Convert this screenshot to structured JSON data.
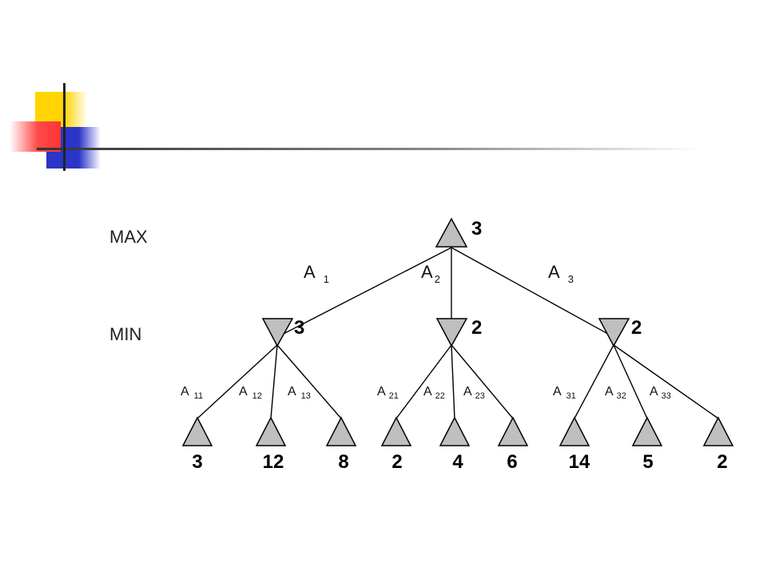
{
  "colors": {
    "accent_yellow": "#ffd400",
    "accent_red": "#ff3333",
    "accent_blue": "#2b35c8",
    "node_fill": "#bfbfbf"
  },
  "tree": {
    "row_labels": {
      "max": "MAX",
      "min": "MIN"
    },
    "root": {
      "value": "3"
    },
    "top_edges": [
      {
        "letter": "A",
        "sub": "1"
      },
      {
        "letter": "A",
        "sub": "2"
      },
      {
        "letter": "A",
        "sub": "3"
      }
    ],
    "min_nodes": [
      {
        "value": "3"
      },
      {
        "value": "2"
      },
      {
        "value": "2"
      }
    ],
    "leaf_edges": [
      {
        "letter": "A",
        "sub": "11"
      },
      {
        "letter": "A",
        "sub": "12"
      },
      {
        "letter": "A",
        "sub": "13"
      },
      {
        "letter": "A",
        "sub": "21"
      },
      {
        "letter": "A",
        "sub": "22"
      },
      {
        "letter": "A",
        "sub": "23"
      },
      {
        "letter": "A",
        "sub": "31"
      },
      {
        "letter": "A",
        "sub": "32"
      },
      {
        "letter": "A",
        "sub": "33"
      }
    ],
    "leaves": [
      {
        "value": "3"
      },
      {
        "value": "12"
      },
      {
        "value": "8"
      },
      {
        "value": "2"
      },
      {
        "value": "4"
      },
      {
        "value": "6"
      },
      {
        "value": "14"
      },
      {
        "value": "5"
      },
      {
        "value": "2"
      }
    ]
  }
}
